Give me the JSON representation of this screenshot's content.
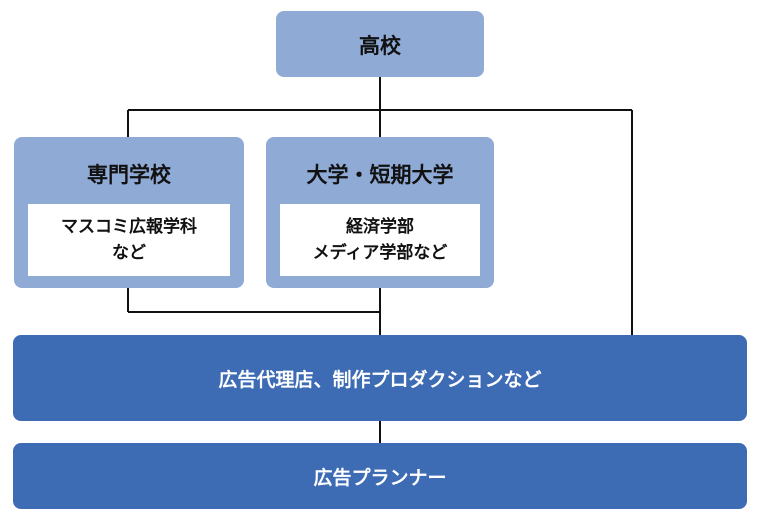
{
  "high_school": {
    "label": "高校"
  },
  "vocational_school": {
    "title": "専門学校",
    "detail_line1": "マスコミ広報学科",
    "detail_line2": "など"
  },
  "university": {
    "title": "大学・短期大学",
    "detail_line1": "経済学部",
    "detail_line2": "メディア学部など"
  },
  "agency": {
    "label": "広告代理店、制作プロダクションなど"
  },
  "planner": {
    "label": "広告プランナー"
  },
  "colors": {
    "light_box": "#8eaad5",
    "dark_box": "#3d6cb5",
    "connector": "#111111"
  }
}
